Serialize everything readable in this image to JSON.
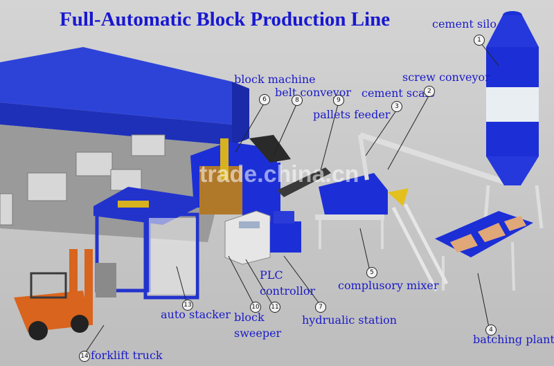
{
  "title": "Full-Automatic Block Production Line",
  "watermark": "trade.china.cn",
  "labels": {
    "cement_silo": "cement silo",
    "screw_conveyor": "screw conveyor",
    "cement_scale": "cement scale",
    "block_machine": "block machine",
    "belt_conveyor": "belt conveyor",
    "pallets_feeder": "pallets feeder",
    "plc_line1": "PLC",
    "plc_line2": "controllor",
    "complusory_mixer": "complusory mixer",
    "auto_stacker": "auto stacker",
    "block_sweeper_line1": "block",
    "block_sweeper_line2": "sweeper",
    "hydraulic_station": "hydrualic station",
    "batching_plant": "batching plant",
    "forklift_truck": "forklift truck"
  },
  "markers": {
    "m1": "1",
    "m2": "2",
    "m3": "3",
    "m4": "4",
    "m5": "5",
    "m6": "6",
    "m7": "7",
    "m8": "8",
    "m9": "9",
    "m10": "10",
    "m11": "11",
    "m13": "13",
    "m14": "14"
  },
  "colors": {
    "machine_blue": "#1c2fd6",
    "label_blue": "#1a1ac8",
    "silo_white": "#e9eef3",
    "frame_grey": "#dcdcdc",
    "forklift_orange": "#d8641d"
  }
}
